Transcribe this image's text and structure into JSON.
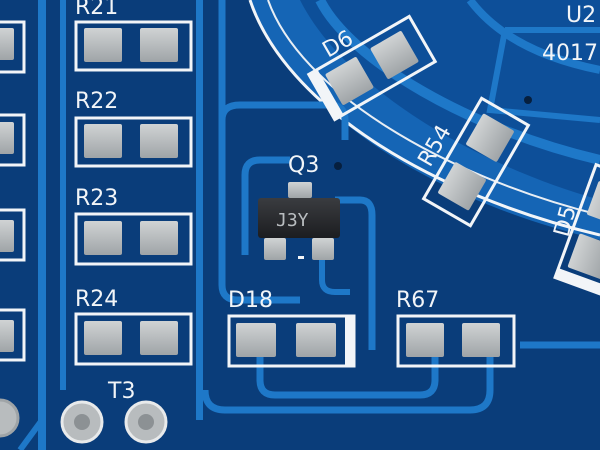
{
  "labels": {
    "r21": "R21",
    "r22": "R22",
    "r23": "R23",
    "r24": "R24",
    "d18": "D18",
    "r67": "R67",
    "t3": "T3",
    "q3": "Q3",
    "d6": "D6",
    "r54": "R54",
    "d5": "D5",
    "u2": "U2",
    "u2_part": "4017"
  },
  "chip_marking": "J3Y",
  "colors": {
    "board": "#0a3d7a",
    "copper_trace": "#1e78c8",
    "silkscreen": "#f2f5f8",
    "pad": "#b8bcbe",
    "chip_body": "#2b2d30"
  }
}
